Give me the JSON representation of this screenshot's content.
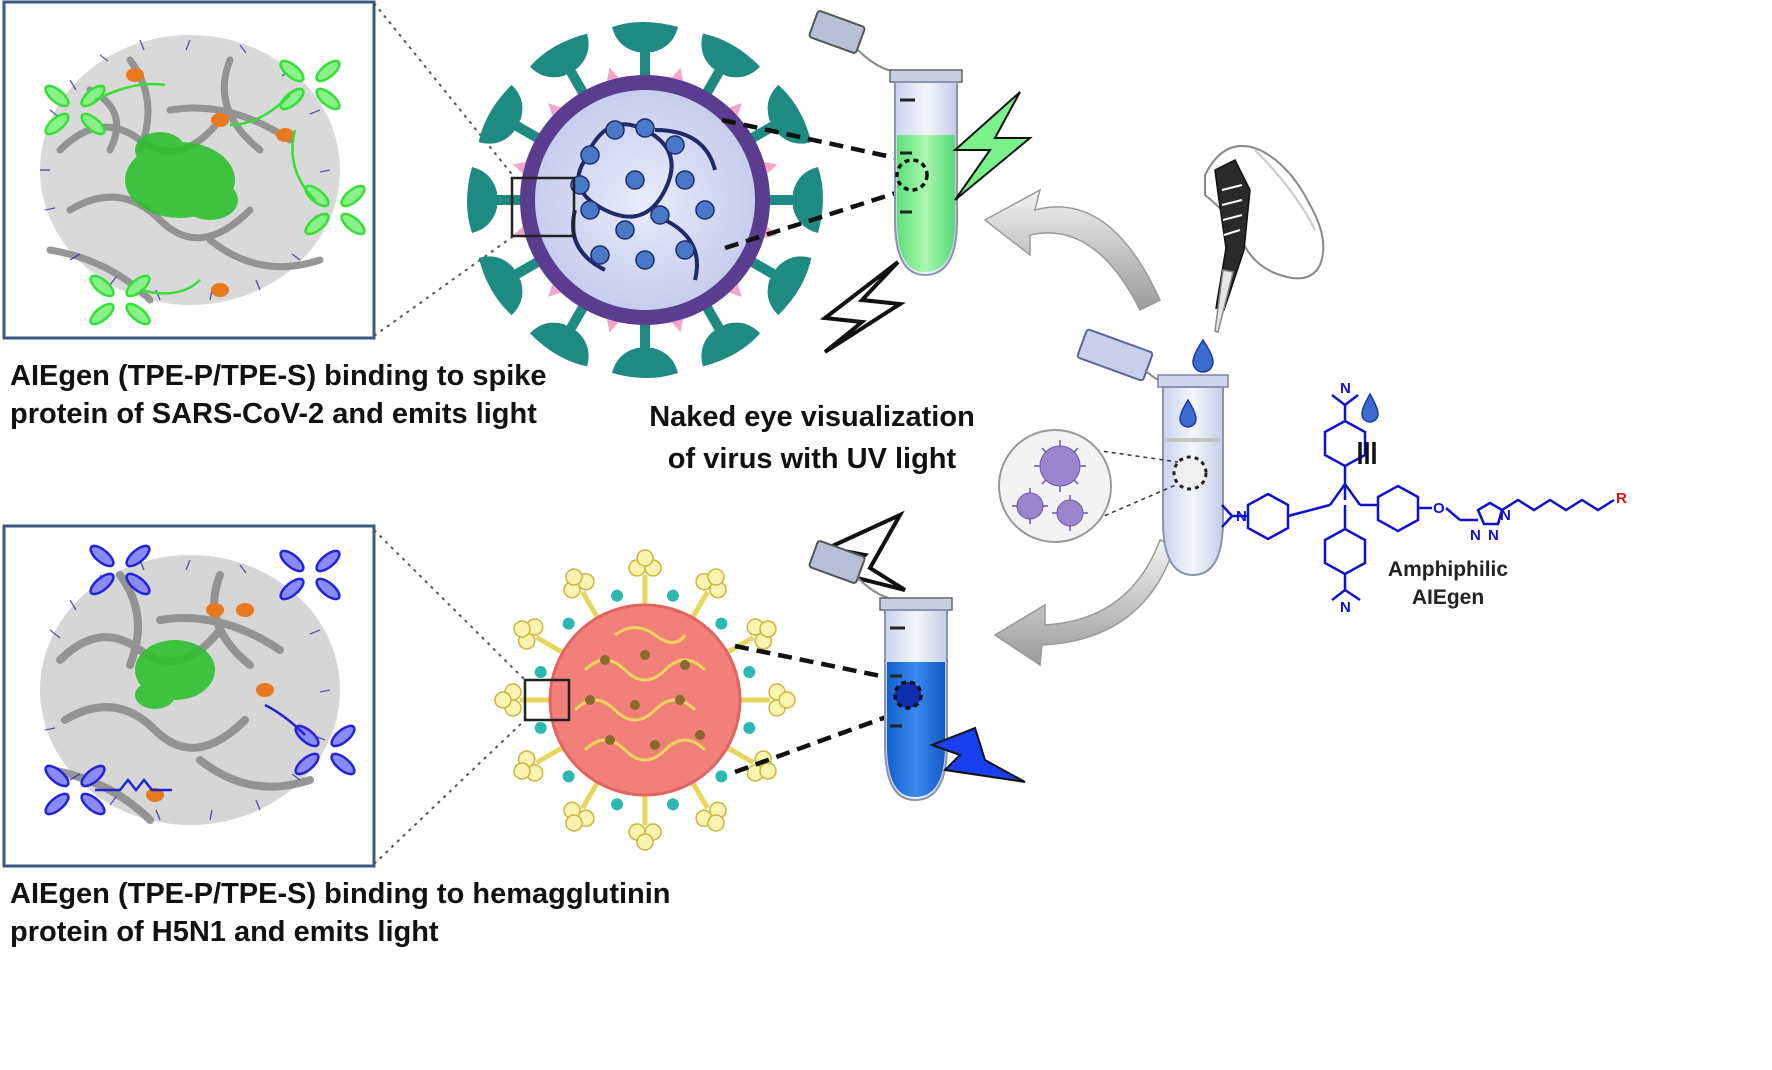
{
  "captions": {
    "spike_line1": "AIEgen (TPE-P/TPE-S) binding to spike",
    "spike_line2": "protein of SARS-CoV-2 and emits light",
    "ha_line1": "AIEgen (TPE-P/TPE-S) binding to hemagglutinin",
    "ha_line2": "protein of H5N1 and emits light",
    "naked_line1": "Naked eye visualization",
    "naked_line2": "of virus with UV light"
  },
  "molecule": {
    "label_line1": "Amphiphilic",
    "label_line2": "AIEgen",
    "n_atom": "N",
    "o_atom": "O",
    "r_group": "R"
  },
  "colors": {
    "box_border": "#3d5a80",
    "green_emission": "#7cf08a",
    "blue_emission": "#1a6fe0",
    "molecule_blue": "#1010d0",
    "coronavirus_teal": "#1f8a82",
    "coronavirus_envelope": "#5b3d8f",
    "influenza_core": "#f27f7a",
    "influenza_spikes": "#e8d65a",
    "r_group_red": "#e01010"
  },
  "icons": [
    "protein-structure-icon",
    "coronavirus-icon",
    "influenza-virus-icon",
    "tube-icon",
    "lightning-icon",
    "pipette-icon",
    "glove-icon",
    "droplet-icon",
    "arrow-icon"
  ]
}
